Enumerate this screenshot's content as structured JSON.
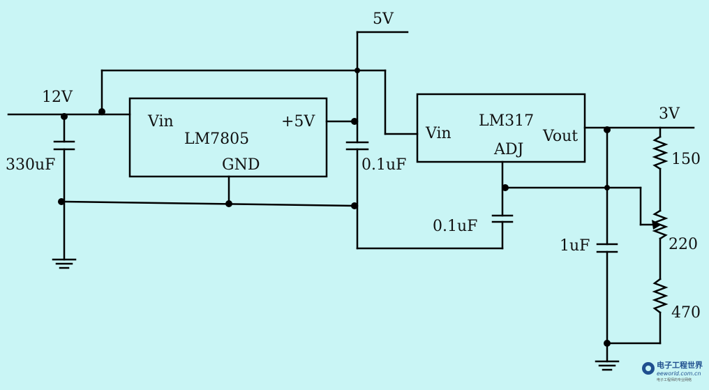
{
  "supply": {
    "in_label": "12V",
    "mid_label": "5V",
    "out_label": "3V"
  },
  "regulator_1": {
    "name": "LM7805",
    "vin_pin": "Vin",
    "out_pin": "+5V",
    "gnd_pin": "GND"
  },
  "regulator_2": {
    "name": "LM317",
    "vin_pin": "Vin",
    "out_pin": "Vout",
    "adj_pin": "ADJ"
  },
  "components": {
    "c_input": "330uF",
    "c_5v": "0.1uF",
    "c_adj": "0.1uF",
    "c_output": "1uF",
    "r_top": "150",
    "r_pot": "220",
    "r_bottom": "470"
  },
  "watermark": {
    "logo_text": "电子工程世界",
    "site": "eeworld.com.cn",
    "tagline": "电子工程师的专业网络"
  }
}
